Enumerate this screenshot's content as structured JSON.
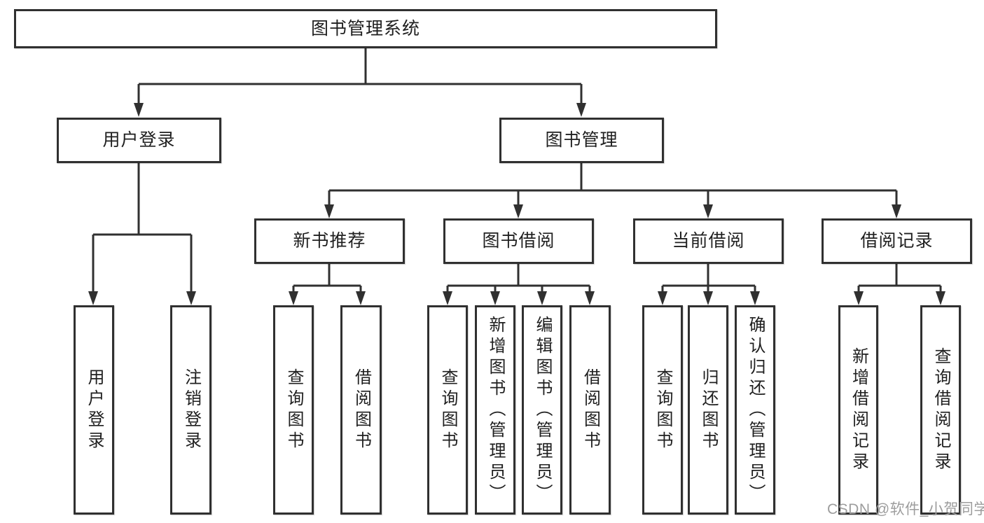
{
  "colors": {
    "line": "#303030",
    "text": "#1f1f1f",
    "box_bg": "#ffffff",
    "background": "#ffffff",
    "watermark": "#9d9d9d"
  },
  "watermark": {
    "text": "CSDN @软件_小贺同学"
  },
  "diagram": {
    "type": "hierarchy-tree",
    "tree": {
      "label": "图书管理系统",
      "children": [
        {
          "label": "用户登录",
          "children": [
            {
              "label": "用户登录"
            },
            {
              "label": "注销登录"
            }
          ]
        },
        {
          "label": "图书管理",
          "children": [
            {
              "label": "新书推荐",
              "children": [
                {
                  "label": "查询图书"
                },
                {
                  "label": "借阅图书"
                }
              ]
            },
            {
              "label": "图书借阅",
              "children": [
                {
                  "label": "查询图书"
                },
                {
                  "label": "新增图书（管理员）"
                },
                {
                  "label": "编辑图书（管理员）"
                },
                {
                  "label": "借阅图书"
                }
              ]
            },
            {
              "label": "当前借阅",
              "children": [
                {
                  "label": "查询图书"
                },
                {
                  "label": "归还图书"
                },
                {
                  "label": "确认归还（管理员）"
                }
              ]
            },
            {
              "label": "借阅记录",
              "children": [
                {
                  "label": "新增借阅记录"
                },
                {
                  "label": "查询借阅记录"
                }
              ]
            }
          ]
        }
      ]
    }
  }
}
